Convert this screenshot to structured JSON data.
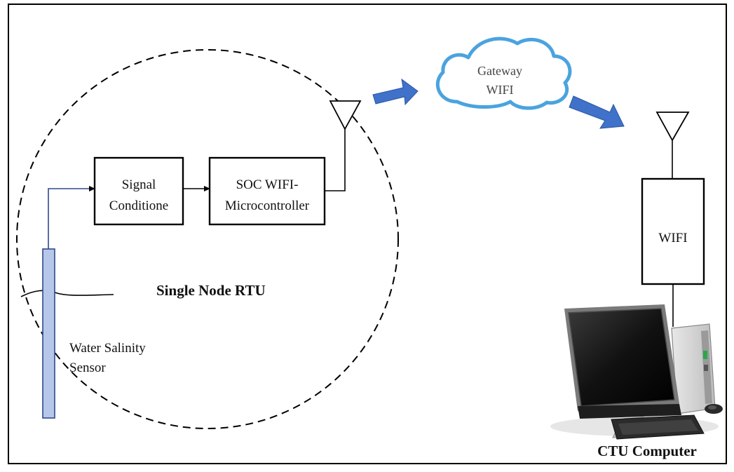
{
  "diagram": {
    "rtu": {
      "title": "Single Node RTU",
      "signal_block": [
        "Signal",
        "Conditione"
      ],
      "soc_block": [
        "SOC WIFI-",
        "Microcontroller"
      ],
      "sensor_label": [
        "Water Salinity",
        "Sensor"
      ]
    },
    "cloud": {
      "lines": [
        "Gateway",
        "WIFI"
      ]
    },
    "ctu": {
      "wifi_block": "WIFI",
      "computer_label": "CTU Computer"
    },
    "colors": {
      "cloud_stroke": "#4aa3df",
      "arrow_fill": "#3f72c8",
      "sensor_fill": "#b7c7ea",
      "sensor_stroke": "#2f4a8a",
      "wire": "#000000"
    },
    "icons": [
      "antenna-icon",
      "cloud-icon",
      "arrow-icon",
      "computer-icon"
    ]
  }
}
